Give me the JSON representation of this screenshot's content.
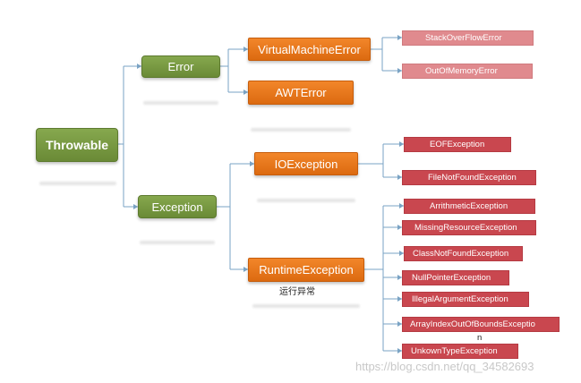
{
  "nodes": {
    "throwable": "Throwable",
    "error": "Error",
    "exception": "Exception",
    "virtual_machine_error": "VirtualMachineError",
    "awt_error": "AWTError",
    "io_exception": "IOException",
    "runtime_exception": "RuntimeException",
    "stack_overflow_error": "StackOverFlowError",
    "out_of_memory_error": "OutOfMemoryError",
    "eof_exception": "EOFException",
    "file_not_found_exception": "FileNotFoundException",
    "arrithmetic_exception": "ArrithmeticException",
    "missing_resource_exception": "MissingResourceException",
    "class_not_found_exception": "ClassNotFoundException",
    "null_pointer_exception": "NullPointerException",
    "illegal_argument_exception": "IllegalArgumentException",
    "array_index_out_of_bounds_exception": "ArrayIndexOutOfBoundsExceptio",
    "array_index_wrap": "n",
    "unkown_type_exception": "UnkownTypeException"
  },
  "runtime_note": "运行异常",
  "watermark": "https://blog.csdn.net/qq_34582693",
  "colors": {
    "level0_1": "#6a8a36",
    "level2": "#dc6a10",
    "error_leaf": "#e08a8e",
    "exception_leaf": "#c9474f",
    "connector": "#7aa3c4"
  }
}
